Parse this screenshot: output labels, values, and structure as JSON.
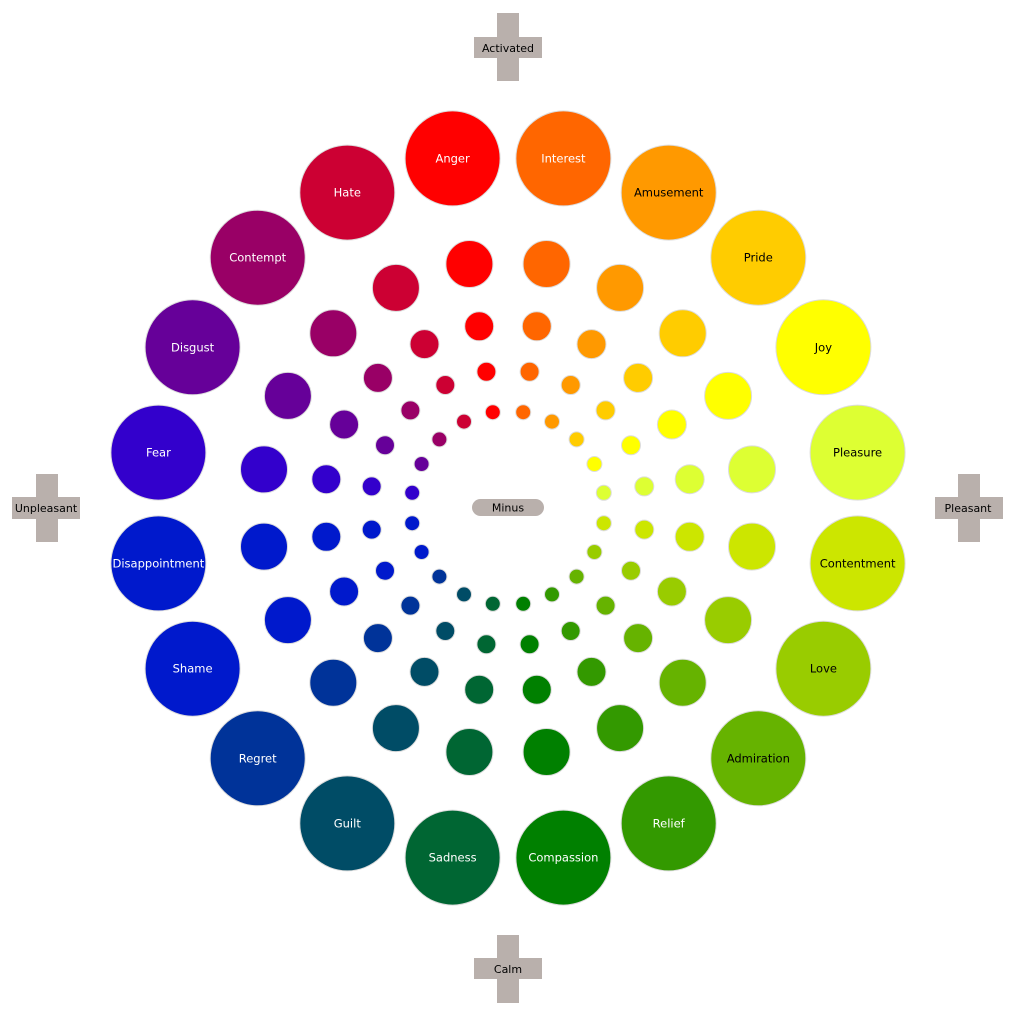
{
  "axes": {
    "top": "Activated",
    "bottom": "Calm",
    "left": "Unpleasant",
    "right": "Pleasant"
  },
  "center_button": "Minus",
  "intensity_levels": 5,
  "emotions": [
    {
      "name": "Anger",
      "color": "#ff0000",
      "label_color": "#ffffff"
    },
    {
      "name": "Interest",
      "color": "#ff6600",
      "label_color": "#ffffff"
    },
    {
      "name": "Amusement",
      "color": "#ff9900",
      "label_color": "#000000"
    },
    {
      "name": "Pride",
      "color": "#ffcc00",
      "label_color": "#000000"
    },
    {
      "name": "Joy",
      "color": "#ffff00",
      "label_color": "#000000"
    },
    {
      "name": "Pleasure",
      "color": "#ddff33",
      "label_color": "#000000"
    },
    {
      "name": "Contentment",
      "color": "#cce600",
      "label_color": "#000000"
    },
    {
      "name": "Love",
      "color": "#99cc00",
      "label_color": "#000000"
    },
    {
      "name": "Admiration",
      "color": "#66b300",
      "label_color": "#000000"
    },
    {
      "name": "Relief",
      "color": "#339900",
      "label_color": "#ffffff"
    },
    {
      "name": "Compassion",
      "color": "#008000",
      "label_color": "#ffffff"
    },
    {
      "name": "Sadness",
      "color": "#006633",
      "label_color": "#ffffff"
    },
    {
      "name": "Guilt",
      "color": "#004c66",
      "label_color": "#ffffff"
    },
    {
      "name": "Regret",
      "color": "#003399",
      "label_color": "#ffffff"
    },
    {
      "name": "Shame",
      "color": "#0019cc",
      "label_color": "#ffffff"
    },
    {
      "name": "Disappointment",
      "color": "#0019cc",
      "label_color": "#ffffff"
    },
    {
      "name": "Fear",
      "color": "#3300cc",
      "label_color": "#ffffff"
    },
    {
      "name": "Disgust",
      "color": "#660099",
      "label_color": "#ffffff"
    },
    {
      "name": "Contempt",
      "color": "#990066",
      "label_color": "#ffffff"
    },
    {
      "name": "Hate",
      "color": "#cc0033",
      "label_color": "#ffffff"
    }
  ]
}
